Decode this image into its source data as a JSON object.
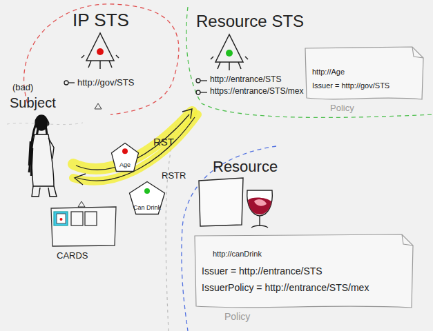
{
  "diagram": {
    "nodes": [
      {
        "text": [
          "IP STS",
          "http://gov/STS"
        ]
      },
      {
        "text": [
          "Resource STS",
          "http://entrance/STS",
          "https://entrance/STS/mex"
        ]
      },
      {
        "text": [
          "http://Age",
          "Issuer = http://gov/STS",
          "Policy"
        ]
      },
      {
        "text": [
          "Age"
        ]
      },
      {
        "text": [
          "Can Drink"
        ]
      },
      {
        "text": [
          "Resource"
        ]
      },
      {
        "text": [
          "http://canDrink",
          "Issuer = http://entrance/STS",
          "IssuerPolicy = http://entrance/STS/mex",
          "Policy"
        ]
      }
    ],
    "labels": [
      "(bad)",
      "Subject",
      "RST",
      "RSTR",
      "CARDS"
    ]
  }
}
